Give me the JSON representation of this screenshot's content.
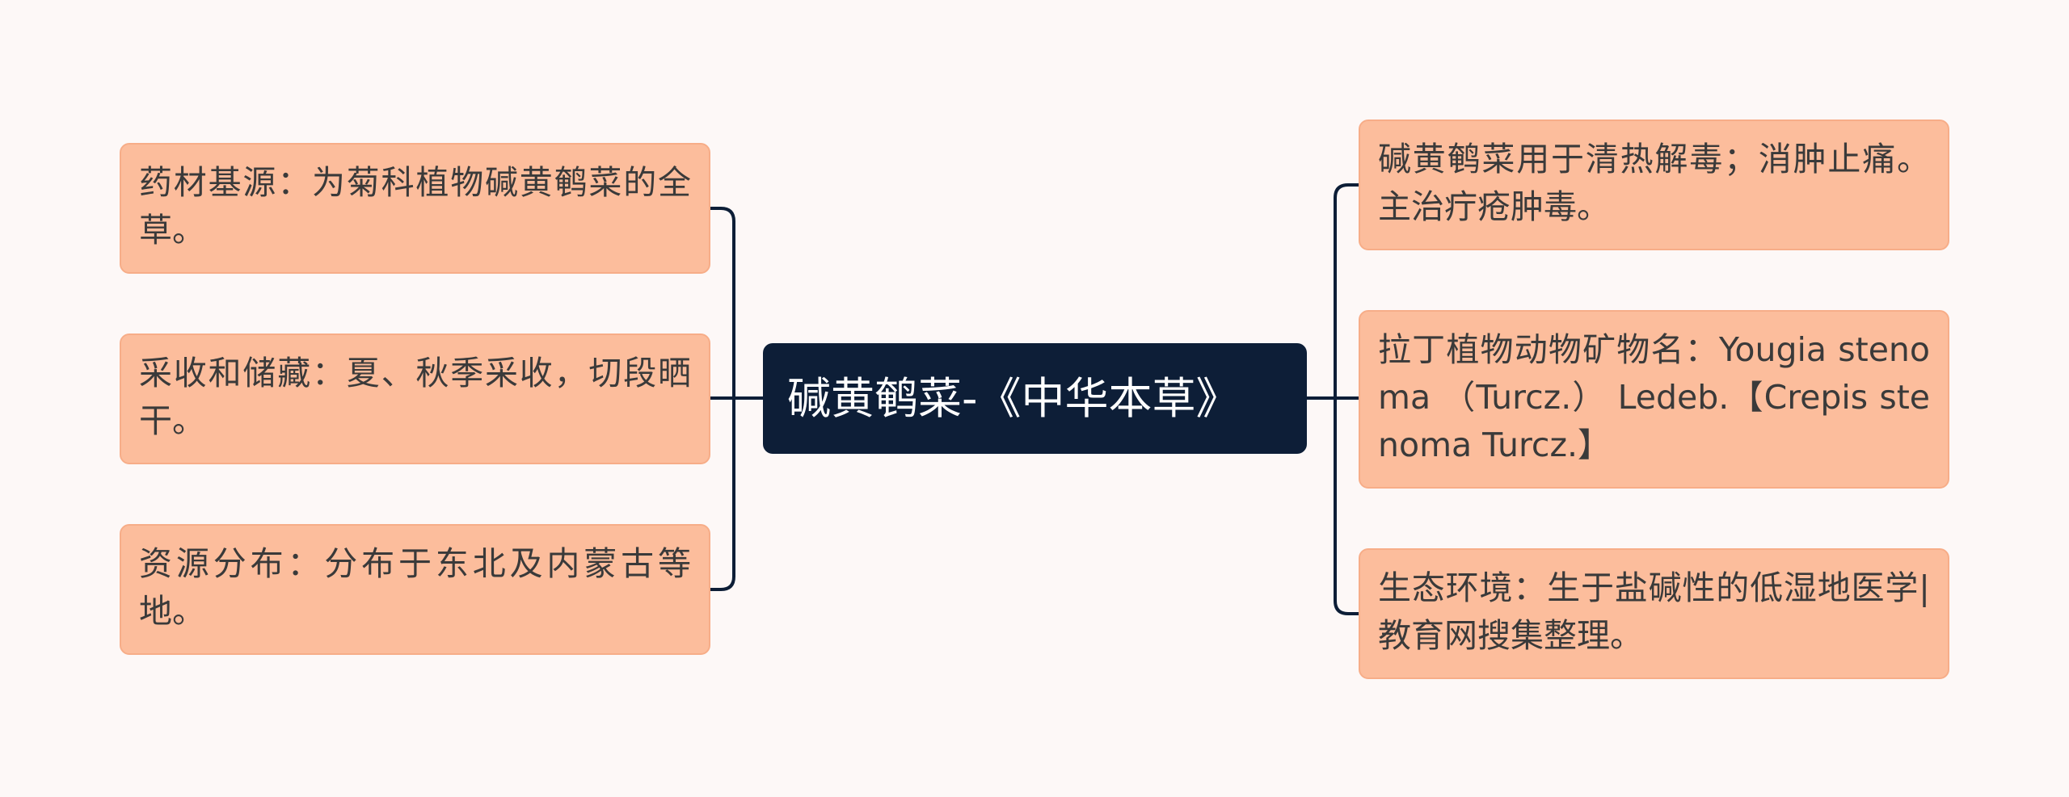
{
  "colors": {
    "background": "#fdf8f7",
    "center_fill": "#0d1e37",
    "node_fill": "#fcbd9c",
    "connector": "#0d1e37"
  },
  "mindmap": {
    "center": "碱黄鹌菜-《中华本草》",
    "left": [
      "药材基源：为菊科植物碱黄鹌菜的全草。",
      "采收和储藏：夏、秋季采收，切段晒干。",
      "资源分布：分布于东北及内蒙古等地。"
    ],
    "right": [
      "碱黄鹌菜用于清热解毒；消肿止痛。主治疔疮肿毒。",
      "拉丁植物动物矿物名：Yougia stenoma （Turcz.） Ledeb.【Crepis stenoma Turcz.】",
      "生态环境：生于盐碱性的低湿地医学|教育网搜集整理。"
    ]
  }
}
